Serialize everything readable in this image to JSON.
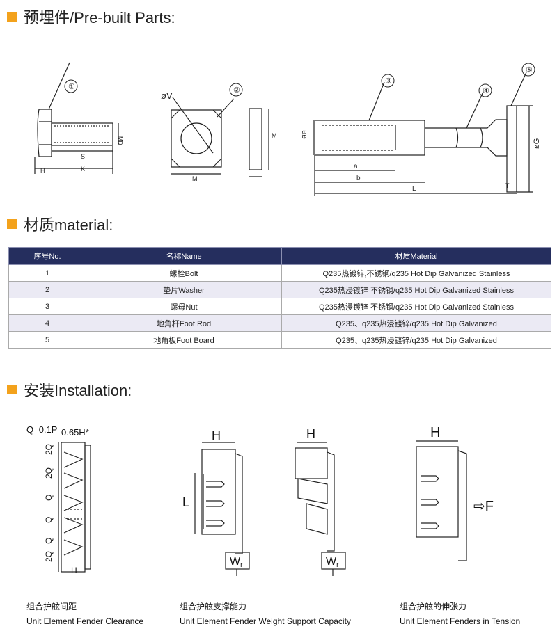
{
  "headings": {
    "parts": "预埋件/Pre-built Parts:",
    "material": "材质material:",
    "installation": "安装Installation:"
  },
  "parts_drawing": {
    "callouts": [
      "①",
      "②",
      "③",
      "④",
      "⑤"
    ],
    "bolt_labels": [
      "H",
      "S",
      "K",
      "MD"
    ],
    "washer_labels": [
      "øV",
      "M",
      "M"
    ],
    "rod_labels": [
      "øe",
      "a",
      "b",
      "L",
      "øG",
      "T"
    ]
  },
  "material_table": {
    "headers": [
      "序号No.",
      "名称Name",
      "材质Material"
    ],
    "rows": [
      [
        "1",
        "螺栓Bolt",
        "Q235热镀锌,不锈钢/q235 Hot Dip Galvanized  Stainless"
      ],
      [
        "2",
        "垫片Washer",
        "Q235热浸镀锌    不锈钢/q235 Hot Dip Galvanized  Stainless"
      ],
      [
        "3",
        "螺母Nut",
        "Q235热浸镀锌    不锈钢/q235 Hot Dip Galvanized Stainless"
      ],
      [
        "4",
        "地角杆Foot Rod",
        "Q235、q235热浸镀锌/q235 Hot Dip Galvanized"
      ],
      [
        "5",
        "地角板Foot Board",
        "Q235、q235热浸镀锌/q235 Hot Dip Galvanized"
      ]
    ]
  },
  "installation": {
    "fig1": {
      "top_left": "Q=0.1P",
      "top_right": "0.65H*",
      "side": [
        "2Q",
        "2Q",
        "Q",
        "Q",
        "Q",
        "2Q"
      ],
      "bottom": "H"
    },
    "fig2": {
      "h": "H",
      "l": "L",
      "w": "W",
      "w_sub": "r",
      "h2": "H",
      "w2": "W",
      "w2_sub": "r"
    },
    "fig3": {
      "h": "H",
      "f": "⇨F"
    },
    "captions": [
      {
        "zh": "组合护舷间距",
        "en": "Unit Element Fender Clearance"
      },
      {
        "zh": "组合护舷支撑能力",
        "en": "Unit Element Fender Weight Support Capacity"
      },
      {
        "zh": "组合护舷的伸张力",
        "en": "Unit Element Fenders in Tension"
      }
    ]
  }
}
